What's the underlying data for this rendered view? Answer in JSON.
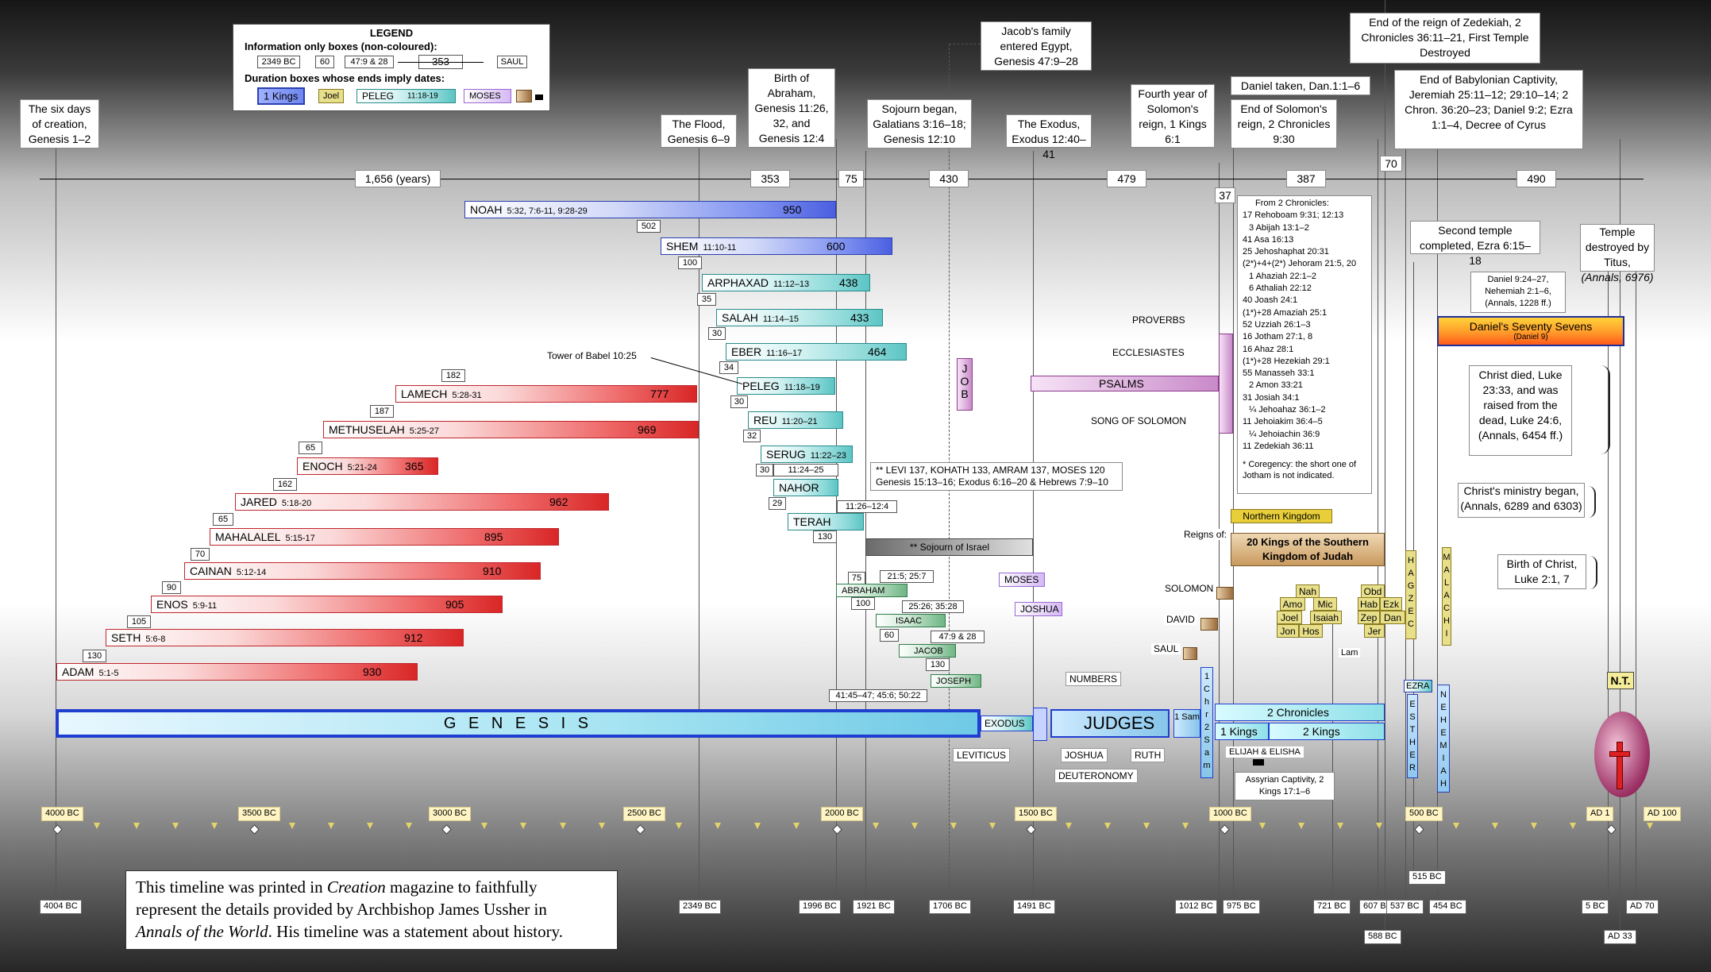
{
  "legend": {
    "title": "LEGEND",
    "info_heading": "Information only boxes (non-coloured):",
    "info_samples": [
      "2349 BC",
      "60",
      "47:9 & 28",
      "353",
      "SAUL"
    ],
    "duration_heading": "Duration boxes whose ends imply dates:",
    "duration_samples": [
      "1 Kings",
      "Joel",
      "PELEG",
      "11:18-19",
      "MOSES"
    ]
  },
  "top_notes": {
    "creation": "The six days of creation, Genesis 1–2",
    "flood": "The Flood, Genesis 6–9",
    "abraham": "Birth of Abraham, Genesis 11:26, 32, and Genesis 12:4",
    "sojourn": "Sojourn began, Galatians 3:16–18; Genesis 12:10",
    "egypt": "Jacob's family entered Egypt, Genesis 47:9–28",
    "exodus": "The Exodus, Exodus 12:40–41",
    "solomon4": "Fourth year of Solomon's reign, 1 Kings 6:1",
    "daniel_taken": "Daniel taken, Dan.1:1–6",
    "solomon_end": "End of Solomon's reign, 2 Chronicles 9:30",
    "zedekiah": "End of the reign of Zedekiah, 2 Chronicles 36:11–21, First Temple Destroyed",
    "captivity_end": "End of Babylonian Captivity, Jeremiah 25:11–12; 29:10–14; 2 Chron. 36:20–23; Daniel 9:2; Ezra 1:1–4, Decree of Cyrus"
  },
  "spans": [
    {
      "label": "1,656 (years)"
    },
    {
      "label": "353"
    },
    {
      "label": "75"
    },
    {
      "label": "430"
    },
    {
      "label": "479"
    },
    {
      "label": "37"
    },
    {
      "label": "387"
    },
    {
      "label": "70"
    },
    {
      "label": "490"
    }
  ],
  "patriarchs": [
    {
      "name": "NOAH",
      "ref": "5:32, 7:6-11, 9:28-29",
      "years": "950",
      "gap": "502"
    },
    {
      "name": "SHEM",
      "ref": "11:10-11",
      "years": "600",
      "gap": "100"
    },
    {
      "name": "ARPHAXAD",
      "ref": "11:12–13",
      "years": "438",
      "gap": "35"
    },
    {
      "name": "SALAH",
      "ref": "11:14–15",
      "years": "433",
      "gap": "30"
    },
    {
      "name": "EBER",
      "ref": "11:16–17",
      "years": "464",
      "gap": "34"
    },
    {
      "name": "PELEG",
      "ref": "11:18–19",
      "years": "",
      "gap": "30"
    },
    {
      "name": "REU",
      "ref": "11:20–21",
      "years": "",
      "gap": "32"
    },
    {
      "name": "SERUG",
      "ref": "11:22–23",
      "years": "",
      "gap": "30"
    },
    {
      "name": "NAHOR",
      "ref": "",
      "years": "",
      "gap": "29"
    },
    {
      "name": "TERAH",
      "ref": "",
      "years": "",
      "gap": "130"
    }
  ],
  "serug_ref": "11:24–25",
  "nahor_ref": "11:26–12:4",
  "antediluvians": [
    {
      "name": "LAMECH",
      "ref": "5:28-31",
      "years": "777",
      "gap": "182"
    },
    {
      "name": "METHUSELAH",
      "ref": "5:25-27",
      "years": "969",
      "gap": "187"
    },
    {
      "name": "ENOCH",
      "ref": "5:21-24",
      "years": "365",
      "gap": "65"
    },
    {
      "name": "JARED",
      "ref": "5:18-20",
      "years": "962",
      "gap": "162"
    },
    {
      "name": "MAHALALEL",
      "ref": "5:15-17",
      "years": "895",
      "gap": "65"
    },
    {
      "name": "CAINAN",
      "ref": "5:12-14",
      "years": "910",
      "gap": "70"
    },
    {
      "name": "ENOS",
      "ref": "5:9-11",
      "years": "905",
      "gap": "90"
    },
    {
      "name": "SETH",
      "ref": "5:6-8",
      "years": "912",
      "gap": "105"
    },
    {
      "name": "ADAM",
      "ref": "5:1-5",
      "years": "930",
      "gap": "130"
    }
  ],
  "babel": "Tower of Babel 10:25",
  "levi_note": "** LEVI 137, KOHATH 133, AMRAM 137, MOSES 120 Genesis 15:13–16; Exodus 6:16–20 & Hebrews 7:9–10",
  "sojourn_israel": "** Sojourn of Israel",
  "job": [
    "J",
    "O",
    "B"
  ],
  "fathers": [
    {
      "name": "ABRAHAM",
      "num": "75",
      "ref": "21:5; 25:7"
    },
    {
      "name": "ISAAC",
      "num": "100",
      "ref": "25:26; 35:28"
    },
    {
      "name": "JACOB",
      "num": "60",
      "ref": "47:9 & 28"
    },
    {
      "name": "JOSEPH",
      "num": "130",
      "ref": "41:45–47; 45:6; 50:22"
    }
  ],
  "moses": "MOSES",
  "joshua": "JOSHUA",
  "wisdom": [
    "PROVERBS",
    "ECCLESIASTES",
    "SONG OF SOLOMON"
  ],
  "psalms": "PSALMS",
  "kings_list": {
    "heading": "From 2 Chronicles:",
    "rows": [
      "17 Rehoboam 9:31; 12:13",
      "3 Abijah 13:1–2",
      "41 Asa 16:13",
      "25 Jehoshaphat 20:31",
      "(2*)+4+(2*) Jehoram 21:5, 20",
      "1 Ahaziah 22:1–2",
      "6 Athaliah 22:12",
      "40 Joash 24:1",
      "(1*)+28 Amaziah 25:1",
      "52 Uzziah 26:1–3",
      "16 Jotham 27:1, 8",
      "16 Ahaz 28:1",
      "(1*)+28 Hezekiah 29:1",
      "55 Manasseh 33:1",
      "2 Amon 33:21",
      "31 Josiah 34:1",
      "¼ Jehoahaz 36:1–2",
      "11 Jehoiakim 36:4–5",
      "¼ Jehoiachin 36:9",
      "11 Zedekiah 36:11"
    ],
    "footnote": "* Coregency: the short one of Jotham is not indicated."
  },
  "northern": "Northern Kingdom",
  "reigns_of": "Reigns of:",
  "southern": "20 Kings of the Southern Kingdom of Judah",
  "kings_small": [
    "SOLOMON",
    "DAVID",
    "SAUL"
  ],
  "prophets": [
    "Nah",
    "Amo",
    "Mic",
    "Joel",
    "Isaiah",
    "Jon",
    "Hos",
    "Obd",
    "Hab",
    "Ezk",
    "Zep",
    "Dan",
    "Jer"
  ],
  "lam": "Lam",
  "haggai": [
    "H",
    "A",
    "G",
    "Z",
    "E",
    "C"
  ],
  "malachi": [
    "M",
    "A",
    "L",
    "A",
    "C",
    "H",
    "I"
  ],
  "ezra": "EZRA",
  "esther": [
    "E",
    "S",
    "T",
    "H",
    "E",
    "R"
  ],
  "nehemiah": [
    "N",
    "E",
    "H",
    "E",
    "M",
    "I",
    "A",
    "H"
  ],
  "books": {
    "genesis": "G E N E S I S",
    "exodus": "EXODUS",
    "judges": "JUDGES",
    "numbers": "NUMBERS",
    "leviticus": "LEVITICUS",
    "joshua": "JOSHUA",
    "deuteronomy": "DEUTERONOMY",
    "ruth": "RUTH",
    "sam1": "1 Sam",
    "chr_sam": [
      "1",
      "C",
      "h",
      "r",
      "2",
      "S",
      "a",
      "m"
    ],
    "chronicles2": "2 Chronicles",
    "kings1": "1 Kings",
    "kings2": "2 Kings",
    "elijah": "ELIJAH & ELISHA",
    "assyrian": "Assyrian Captivity, 2 Kings 17:1–6",
    "nt": "N.T."
  },
  "right_notes": {
    "second_temple": "Second temple completed, Ezra 6:15–18",
    "destroyed": "Temple destroyed by Titus,",
    "destroyed_ref": "(Annals, 6976)",
    "daniel9": "Daniel 9:24–27, Nehemiah 2:1–6, (Annals, 1228 ff.)",
    "seventy": "Daniel's Seventy Sevens",
    "seventy_ref": "(Daniel 9)",
    "christ_died": "Christ died, Luke 23:33, and was raised from the dead, Luke 24:6,",
    "christ_died_ref": "(Annals, 6454 ff.)",
    "ministry": "Christ's ministry began,",
    "ministry_ref": "(Annals, 6289 and 6303)",
    "birth": "Birth of Christ, Luke 2:1, 7"
  },
  "year_axis": [
    "4000 BC",
    "3500 BC",
    "3000 BC",
    "2500 BC",
    "2000 BC",
    "1500 BC",
    "1000 BC",
    "500 BC",
    "AD 1",
    "AD 100"
  ],
  "key_dates": [
    "4004 BC",
    "2349 BC",
    "1996 BC",
    "1921 BC",
    "1706 BC",
    "1491 BC",
    "1012 BC",
    "975 BC",
    "721 BC",
    "607 BC",
    "588 BC",
    "537 BC",
    "515 BC",
    "454 BC",
    "5 BC",
    "AD 33",
    "AD 70"
  ],
  "footer": {
    "line1a": "This timeline was printed in ",
    "line1b": "Creation",
    "line1c": " magazine to faithfully",
    "line2": "represent the details provided by Archbishop James Ussher in",
    "line3a": "Annals of the World",
    "line3b": ". His timeline was a statement about history."
  }
}
